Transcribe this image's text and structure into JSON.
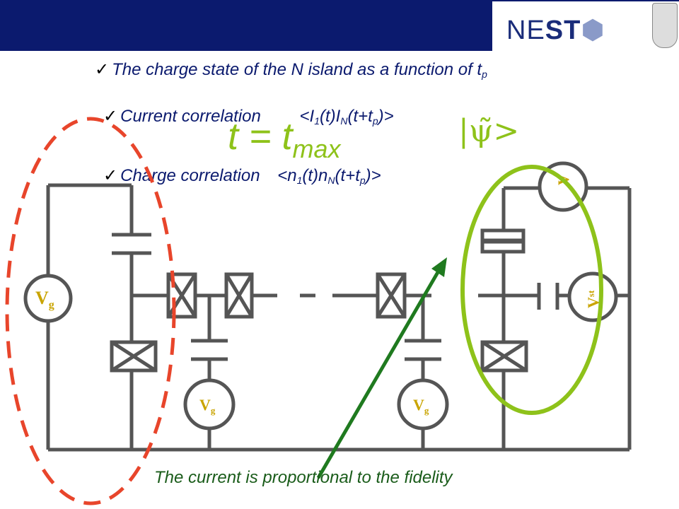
{
  "header": {
    "logo": {
      "prefix": "NE",
      "bold": "ST",
      "icon": "cube-icon"
    },
    "crest": "coat-of-arms-icon"
  },
  "bullets": [
    {
      "check": "✓",
      "text": "The charge state of the N island as a function of t",
      "sub": "p"
    },
    {
      "check": "✓",
      "label": "Current correlation",
      "expr": "<I1(t)IN(t+tp)>"
    },
    {
      "check": "✓",
      "label": "Charge correlation",
      "expr": "<n1(t)nN(t+tp)>"
    }
  ],
  "tmax": {
    "t": "t = t",
    "sub": "max"
  },
  "psi": "|ψ̃>",
  "circuit": {
    "vg_label": "V",
    "vg_sub": "g",
    "v_label": "V",
    "vst_label": "V",
    "vst_sub": "st"
  },
  "caption": "The current is proportional to the fidelity",
  "colors": {
    "header": "#0b1a6e",
    "wire": "#555555",
    "red_dash": "#e8452b",
    "green_ellipse": "#8ec21a",
    "arrow": "#1f7a1f",
    "label_gold": "#c9a400"
  }
}
